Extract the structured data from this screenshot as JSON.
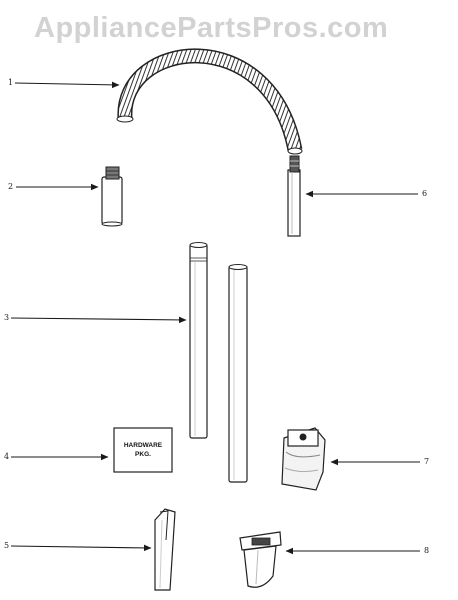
{
  "watermark": {
    "text": "AppliancePartsPros.com"
  },
  "callouts": [
    {
      "id": "1",
      "label": "1"
    },
    {
      "id": "2",
      "label": "2"
    },
    {
      "id": "3",
      "label": "3"
    },
    {
      "id": "4",
      "label": "4"
    },
    {
      "id": "5",
      "label": "5"
    },
    {
      "id": "6",
      "label": "6"
    },
    {
      "id": "7",
      "label": "7"
    },
    {
      "id": "8",
      "label": "8"
    }
  ],
  "hardware_card": {
    "line1": "HARDWARE",
    "line2": "PKG."
  },
  "colors": {
    "ink": "#1a1a1a",
    "watermark": "#d2d2d2",
    "background": "#ffffff"
  }
}
